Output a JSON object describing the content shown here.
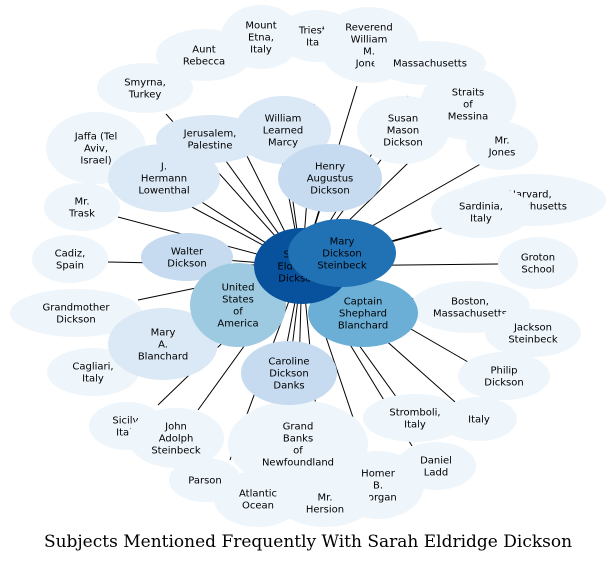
{
  "title": "Subjects Mentioned Frequently With Sarah Eldridge Dickson",
  "center": {
    "name": "Sarah Eldridge Dickson",
    "lines": [
      "Sarah",
      "Eldridge",
      "Dickson"
    ],
    "color": "#08519c"
  },
  "colors": {
    "edge": "#000000",
    "outer": "#eef5fb",
    "light": "#dbe8f5",
    "mid": "#c6dbef",
    "medium": "#9ecae1",
    "strong": "#6baed6",
    "dark": "#2171b5",
    "center": "#08519c"
  },
  "nodes": [
    {
      "name": "Aunt Rebecca",
      "lines": [
        "Aunt",
        "Rebecca"
      ],
      "color": "#eef5fb"
    },
    {
      "name": "Mount Etna, Italy",
      "lines": [
        "Mount",
        "Etna,",
        "Italy"
      ],
      "color": "#eef5fb"
    },
    {
      "name": "Trieste, Italy",
      "lines": [
        "Trieste,",
        "Italy"
      ],
      "color": "#eef5fb"
    },
    {
      "name": "Reverend William M. Jones",
      "lines": [
        "Reverend",
        "William",
        "M.",
        "Jones"
      ],
      "color": "#eef5fb"
    },
    {
      "name": "Massachusetts",
      "lines": [
        "Massachusetts"
      ],
      "color": "#eef5fb"
    },
    {
      "name": "Straits of Messina",
      "lines": [
        "Straits",
        "of",
        "Messina"
      ],
      "color": "#eef5fb"
    },
    {
      "name": "Smyrna, Turkey",
      "lines": [
        "Smyrna,",
        "Turkey"
      ],
      "color": "#eef5fb"
    },
    {
      "name": "William Learned Marcy",
      "lines": [
        "William",
        "Learned",
        "Marcy"
      ],
      "color": "#dbe8f5"
    },
    {
      "name": "Susan Mason Dickson",
      "lines": [
        "Susan",
        "Mason",
        "Dickson"
      ],
      "color": "#eef5fb"
    },
    {
      "name": "Mr. Jones",
      "lines": [
        "Mr.",
        "Jones"
      ],
      "color": "#eef5fb"
    },
    {
      "name": "Jaffa (Tel Aviv, Israel)",
      "lines": [
        "Jaffa (Tel",
        "Aviv,",
        "Israel)"
      ],
      "color": "#eef5fb"
    },
    {
      "name": "Jerusalem, Palestine",
      "lines": [
        "Jerusalem,",
        "Palestine"
      ],
      "color": "#dbe8f5"
    },
    {
      "name": "Henry Augustus Dickson",
      "lines": [
        "Henry",
        "Augustus",
        "Dickson"
      ],
      "color": "#c6dbef"
    },
    {
      "name": "J. Hermann Lowenthal",
      "lines": [
        "J.",
        "Hermann",
        "Lowenthal"
      ],
      "color": "#dbe8f5"
    },
    {
      "name": "Harvard, Massachusetts",
      "lines": [
        "Harvard,",
        "Massachusetts"
      ],
      "color": "#eef5fb"
    },
    {
      "name": "Mr. Trask",
      "lines": [
        "Mr.",
        "Trask"
      ],
      "color": "#eef5fb"
    },
    {
      "name": "Sardinia, Italy",
      "lines": [
        "Sardinia,",
        "Italy"
      ],
      "color": "#eef5fb"
    },
    {
      "name": "Mary Dickson Steinbeck",
      "lines": [
        "Mary",
        "Dickson",
        "Steinbeck"
      ],
      "color": "#2171b5"
    },
    {
      "name": "Cadiz, Spain",
      "lines": [
        "Cadiz,",
        "Spain"
      ],
      "color": "#eef5fb"
    },
    {
      "name": "Walter Dickson",
      "lines": [
        "Walter",
        "Dickson"
      ],
      "color": "#c6dbef"
    },
    {
      "name": "Groton School",
      "lines": [
        "Groton",
        "School"
      ],
      "color": "#eef5fb"
    },
    {
      "name": "Grandmother Dickson",
      "lines": [
        "Grandmother",
        "Dickson"
      ],
      "color": "#eef5fb"
    },
    {
      "name": "United States of America",
      "lines": [
        "United",
        "States",
        "of",
        "America"
      ],
      "color": "#9ecae1"
    },
    {
      "name": "Boston, Massachusetts",
      "lines": [
        "Boston,",
        "Massachusetts"
      ],
      "color": "#eef5fb"
    },
    {
      "name": "Captain Shephard Blanchard",
      "lines": [
        "Captain",
        "Shephard",
        "Blanchard"
      ],
      "color": "#6baed6"
    },
    {
      "name": "Jackson Steinbeck",
      "lines": [
        "Jackson",
        "Steinbeck"
      ],
      "color": "#eef5fb"
    },
    {
      "name": "Mary A. Blanchard",
      "lines": [
        "Mary",
        "A.",
        "Blanchard"
      ],
      "color": "#dbe8f5"
    },
    {
      "name": "Cagliari, Italy",
      "lines": [
        "Cagliari,",
        "Italy"
      ],
      "color": "#eef5fb"
    },
    {
      "name": "Caroline Dickson Danks",
      "lines": [
        "Caroline",
        "Dickson",
        "Danks"
      ],
      "color": "#c6dbef"
    },
    {
      "name": "Philip Dickson",
      "lines": [
        "Philip",
        "Dickson"
      ],
      "color": "#eef5fb"
    },
    {
      "name": "Sicily, Italy",
      "lines": [
        "Sicily,",
        "Italy"
      ],
      "color": "#eef5fb"
    },
    {
      "name": "John Adolph Steinbeck",
      "lines": [
        "John",
        "Adolph",
        "Steinbeck"
      ],
      "color": "#eef5fb"
    },
    {
      "name": "Grand Banks of Newfoundland",
      "lines": [
        "Grand",
        "Banks",
        "of",
        "Newfoundland"
      ],
      "color": "#eef5fb"
    },
    {
      "name": "Stromboli, Italy",
      "lines": [
        "Stromboli,",
        "Italy"
      ],
      "color": "#eef5fb"
    },
    {
      "name": "Italy",
      "lines": [
        "Italy"
      ],
      "color": "#eef5fb"
    },
    {
      "name": "Daniel Ladd",
      "lines": [
        "Daniel",
        "Ladd"
      ],
      "color": "#eef5fb"
    },
    {
      "name": "Parson",
      "lines": [
        "Parson"
      ],
      "color": "#eef5fb"
    },
    {
      "name": "Homer B. Morgan",
      "lines": [
        "Homer",
        "B.",
        "Morgan"
      ],
      "color": "#eef5fb"
    },
    {
      "name": "Atlantic Ocean",
      "lines": [
        "Atlantic",
        "Ocean"
      ],
      "color": "#eef5fb"
    },
    {
      "name": "Mr. Hersion",
      "lines": [
        "Mr.",
        "Hersion"
      ],
      "color": "#eef5fb"
    }
  ]
}
